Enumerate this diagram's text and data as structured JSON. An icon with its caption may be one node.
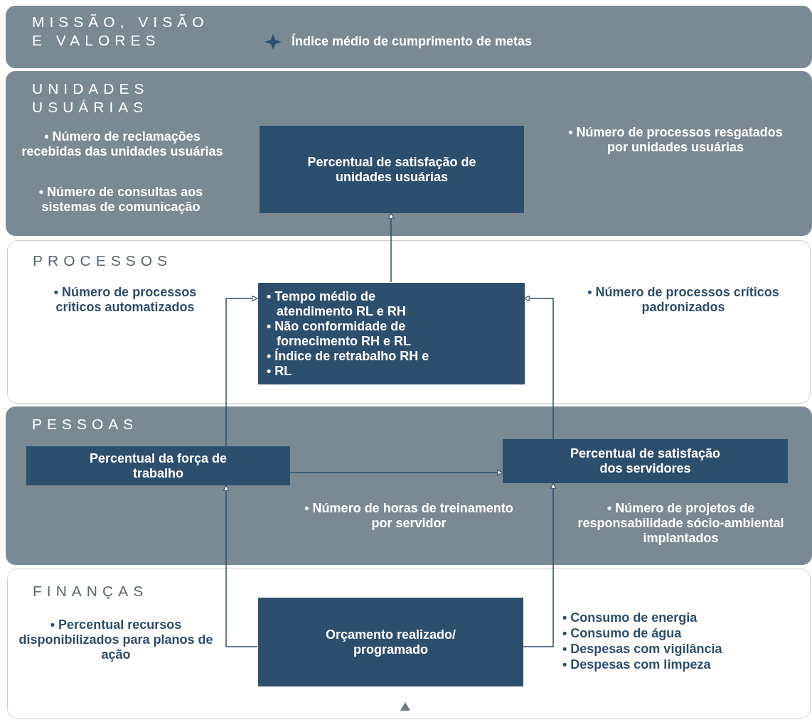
{
  "diagram": {
    "nodes": [
      {
        "text": [
          "MISSÃO, VISÃO E VALORES",
          "Índice médio de cumprimento de metas"
        ]
      },
      {
        "text": [
          "UNIDADES USUÁRIAS",
          "• Número de reclamações recebidas das unidades usuárias",
          "• Número de consultas aos sistemas de comunicação",
          "• Número de processos resgatados por unidades usuárias"
        ]
      },
      {
        "text": [
          "Percentual de satisfação de unidades usuárias"
        ],
        "in": 1
      },
      {
        "text": [
          "PROCESSOS",
          "• Número de processos criticos automatizados",
          "• Número de processos críticos padronizados"
        ]
      },
      {
        "text": [
          "• Tempo médio de atendimento RL e RH",
          "• Não conformidade de fornecimento RH e RL",
          "• Índice de retrabalho RH e",
          "• RL"
        ],
        "in": 3
      },
      {
        "text": [
          "PESSOAS",
          "• Número de horas de treinamento por servidor",
          "• Número de projetos de responsabilidade sócio-ambiental implantados"
        ]
      },
      {
        "text": [
          "Percentual da força de trabalho"
        ],
        "in": 5
      },
      {
        "text": [
          "Percentual de satisfação dos servidores"
        ],
        "in": 5
      },
      {
        "text": [
          "FINANÇAS",
          "• Percentual recursos disponibilizados para planos de ação",
          "• Consumo de energia",
          "• Consumo de água",
          "• Despesas com vigilância",
          "• Despesas com limpeza"
        ]
      },
      {
        "text": [
          "Orçamento realizado/ programado"
        ],
        "in": 8
      }
    ],
    "edges": [
      {
        "from": 4,
        "to": 2,
        "arrow": "to"
      },
      {
        "from": 6,
        "to": 4,
        "arrow": "to"
      },
      {
        "from": 7,
        "to": 4,
        "arrow": "to"
      },
      {
        "from": 6,
        "to": 7,
        "arrow": "to"
      },
      {
        "from": 9,
        "to": 6,
        "arrow": "to"
      },
      {
        "from": 9,
        "to": 7,
        "arrow": "to"
      }
    ]
  }
}
